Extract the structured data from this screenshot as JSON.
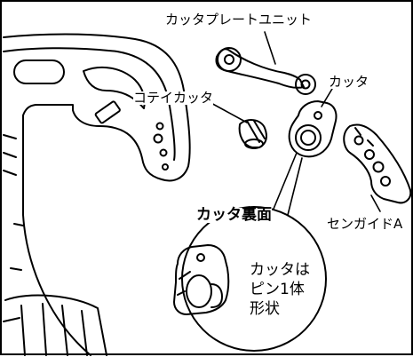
{
  "labels": {
    "cutter_plate_unit": "カッタプレートユニット",
    "cutter": "カッタ",
    "fixed_cutter": "コテイカッタ",
    "sen_guide": "センガイドA",
    "cutter_back": "カッタ裏面",
    "note_line1": "カッタは",
    "note_line2": "ピン1体",
    "note_line3": "形状"
  }
}
